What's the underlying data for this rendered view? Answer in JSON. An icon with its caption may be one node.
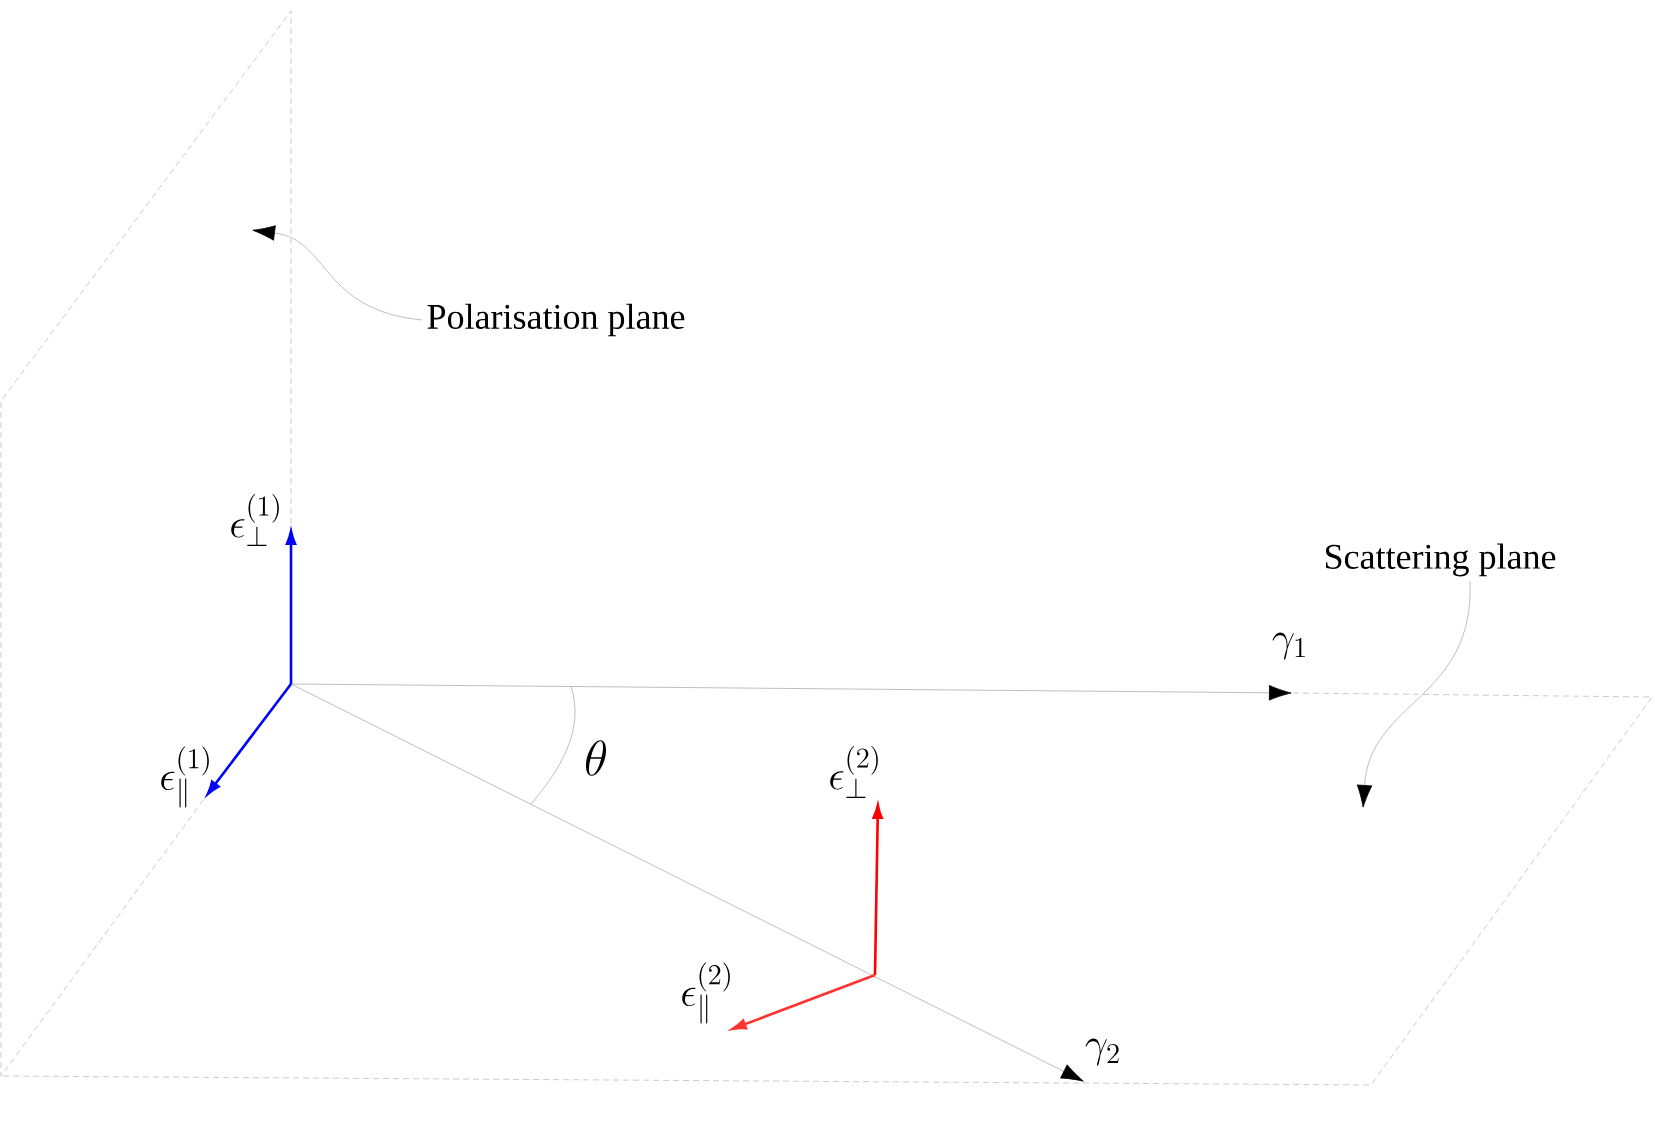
{
  "diagram": {
    "nodes": [
      {
        "text": [
          "Polarisation plane"
        ]
      },
      {
        "text": [
          "Scattering plane"
        ]
      }
    ],
    "edges": [
      {
        "from": 0,
        "to": null,
        "arrow": "to"
      },
      {
        "from": 1,
        "to": null,
        "arrow": "to"
      }
    ],
    "labels": [
      "\\epsilon_{\\perp}^{(1)}",
      "\\gamma_{1}",
      "\\theta",
      "\\epsilon_{\\perp}^{(2)}",
      "\\epsilon_{\\parallel}^{(1)}",
      "\\epsilon_{\\parallel}^{(2)}",
      "\\gamma_{2}"
    ]
  }
}
